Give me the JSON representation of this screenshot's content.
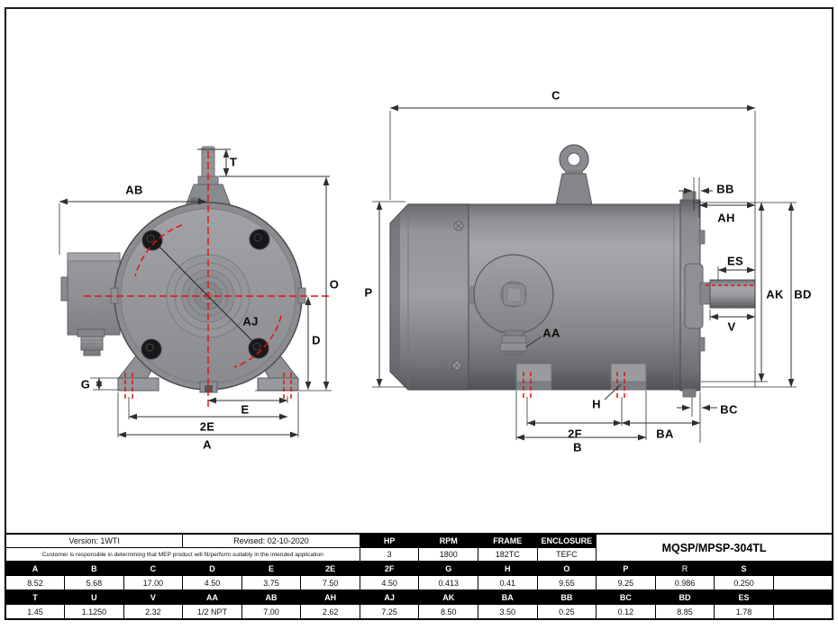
{
  "doc": {
    "type": "motor-dimension-drawing",
    "colors": {
      "centerline_red": "#e90f0f",
      "table_header_bg": "#000000",
      "body_gray": "#9a9b9f"
    }
  },
  "dims": {
    "T": "T",
    "AB": "AB",
    "O": "O",
    "D": "D",
    "AJ": "AJ",
    "G": "G",
    "E": "E",
    "2E": "2E",
    "A": "A",
    "C": "C",
    "P": "P",
    "BB": "BB",
    "AH": "AH",
    "ES": "ES",
    "AK": "AK",
    "BD": "BD",
    "V": "V",
    "AA": "AA",
    "H": "H",
    "2F": "2F",
    "BA": "BA",
    "B": "B",
    "BC": "BC"
  },
  "table": {
    "version": "Version: 1WTI",
    "revised": "Revised: 02-10-2020",
    "disclaimer": "Customer is responsible in determining that MEP product will fit/perform suitably in the intended application",
    "model": "MQSP/MPSP-304TL",
    "specs": {
      "hp_label": "HP",
      "hp": "3",
      "rpm_label": "RPM",
      "rpm": "1800",
      "frame_label": "FRAME",
      "frame": "182TC",
      "enclosure_label": "ENCLOSURE",
      "enclosure": "TEFC"
    },
    "row1_headers": [
      "A",
      "B",
      "C",
      "D",
      "E",
      "2E",
      "2F",
      "G",
      "H",
      "O",
      "P",
      "R",
      "S",
      ""
    ],
    "row1_values": [
      "8.52",
      "5.68",
      "17.00",
      "4.50",
      "3.75",
      "7.50",
      "4.50",
      "0.413",
      "0.41",
      "9.55",
      "9.25",
      "0.986",
      "0.250",
      ""
    ],
    "row2_headers": [
      "T",
      "U",
      "V",
      "AA",
      "AB",
      "AH",
      "AJ",
      "AK",
      "BA",
      "BB",
      "BC",
      "BD",
      "ES",
      ""
    ],
    "row2_values": [
      "1.45",
      "1.1250",
      "2.32",
      "1/2 NPT",
      "7.00",
      "2.62",
      "7.25",
      "8.50",
      "3.50",
      "0.25",
      "0.12",
      "8.85",
      "1.78",
      ""
    ]
  }
}
